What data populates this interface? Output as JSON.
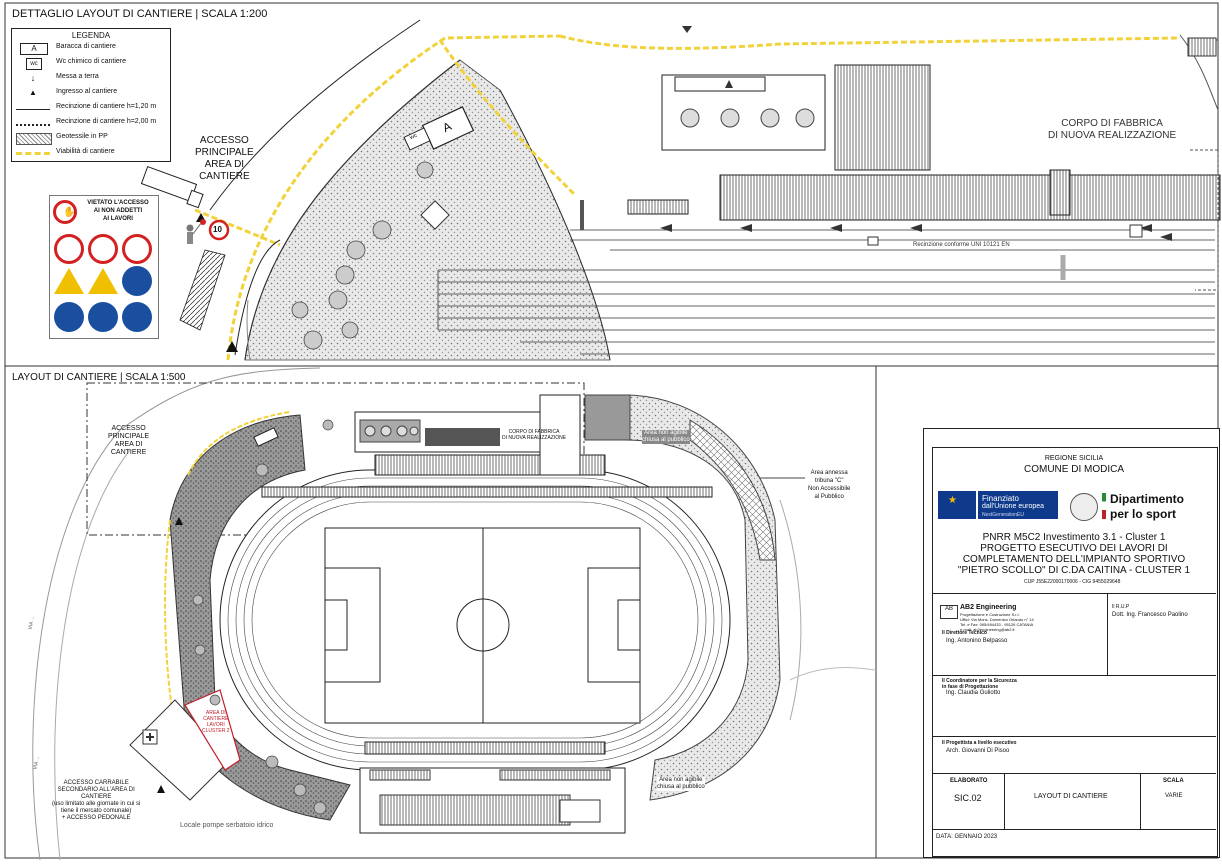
{
  "top_title": "DETTAGLIO LAYOUT DI CANTIERE | SCALA 1:200",
  "bottom_title": "LAYOUT DI CANTIERE | SCALA 1:500",
  "legend": {
    "heading": "LEGENDA",
    "items": [
      {
        "label": "Baracca di cantiere",
        "symbol": "A"
      },
      {
        "label": "Wc chimico di cantiere",
        "symbol": "wc"
      },
      {
        "label": "Messa a terra",
        "symbol": "ground-arrow"
      },
      {
        "label": "Ingresso al cantiere",
        "symbol": "triangle"
      },
      {
        "label": "Recinzione di cantiere h=1,20 m",
        "symbol": "thin-line"
      },
      {
        "label": "Recinzione di cantiere h=2,00 m",
        "symbol": "thick-line"
      },
      {
        "label": "Geotessile in PP",
        "symbol": "hatch"
      },
      {
        "label": "Viabilità di cantiere",
        "symbol": "yellow-line"
      }
    ]
  },
  "top_labels": {
    "accesso": [
      "ACCESSO",
      "PRINCIPALE",
      "AREA DI",
      "CANTIERE"
    ],
    "corpo": [
      "CORPO DI FABBRICA",
      "DI NUOVA REALIZZAZIONE"
    ],
    "recinzione": "Recinzione conforme UNI 10121 EN",
    "speed_sign": "10",
    "baracca": "A",
    "wc": "wc",
    "sign_text": [
      "VIETATO L'ACCESSO",
      "AI NON ADDETTI",
      "AI LAVORI"
    ]
  },
  "bottom_labels": {
    "accesso": [
      "ACCESSO",
      "PRINCIPALE",
      "AREA DI",
      "CANTIERE"
    ],
    "corpo": [
      "CORPO DI FABBRICA",
      "DI NUOVA REALIZZAZIONE"
    ],
    "area_non_agibile_top": [
      "Area non agibile",
      "chiusa al pubblico"
    ],
    "area_annessa": [
      "Area annessa",
      "tribuna \"C\"",
      "Non Accessibile",
      "al Pubblico"
    ],
    "area_cantiere2": [
      "AREA DI",
      "CANTIERE",
      "LAVORI",
      "CLUSTER 2"
    ],
    "accesso_carrabile": [
      "ACCESSO CARRABILE",
      "SECONDARIO ALL'AREA DI",
      "CANTIERE",
      "(uso limitato alle giornate in cui si",
      "tiene il mercato comunale)",
      "+ ACCESSO PEDONALE"
    ],
    "area_non_agibile_bottom": [
      "Area non agibile",
      "chiusa al pubblico"
    ],
    "locale": "Locale pompe serbatoio idrico",
    "via_left": "VIA ...",
    "via_left2": "VIA ..."
  },
  "title_block": {
    "region": "REGIONE SICILIA",
    "comune": "COMUNE DI MODICA",
    "eu": [
      "Finanziato",
      "dall'Unione europea",
      "NextGenerationEU"
    ],
    "dipartimento": [
      "Dipartimento",
      "per lo sport"
    ],
    "project": [
      "PNRR M5C2 Investimento 3.1 - Cluster 1",
      "PROGETTO ESECUTIVO DEI LAVORI DI",
      "COMPLETAMENTO DELL'IMPIANTO SPORTIVO",
      "\"PIETRO SCOLLO\" DI C.DA CAITINA - CLUSTER 1"
    ],
    "cup": "CUP J55E22000170006 - CIG 9455029648",
    "company": "AB2 Engineering",
    "company_sub": [
      "Progettazione e Costruzione S.r.l.",
      "Uffici: Via Mons. Domenico Orlando n° 14",
      "Tel. e Fax: 095/494433 - 95126 CATANIA",
      "e-mail: ab2engineering@ab2.it"
    ],
    "rup_label": "Il R.U.P",
    "rup_name": "Dott. Ing. Francesco Paolino",
    "direttore_label": "Il Direttore Tecnico",
    "direttore_name": "Ing. Antonino Belpasso",
    "coord_label": [
      "Il Coordinatore per la Sicurezza",
      "in fase di Progettazione"
    ],
    "coord_name": "Ing. Claudia Guliotto",
    "prog_label": "Il Progettista a livello esecutivo",
    "prog_name": "Arch. Giovanni Di Pisoo",
    "elaborato_label": "ELABORATO",
    "elaborato_value": "SIC.02",
    "doc_title": "LAYOUT DI CANTIERE",
    "scala_label": "SCALA",
    "scala_value": "VARIE",
    "data": "DATA: GENNAIO 2023"
  },
  "colors": {
    "viabilita": "#f2d23a",
    "cantiere2": "#c0202a",
    "eu_blue": "#0f3a8c",
    "sign_red": "#d32020",
    "sign_blue": "#1a4fa0",
    "sign_yellow": "#f0c000"
  }
}
